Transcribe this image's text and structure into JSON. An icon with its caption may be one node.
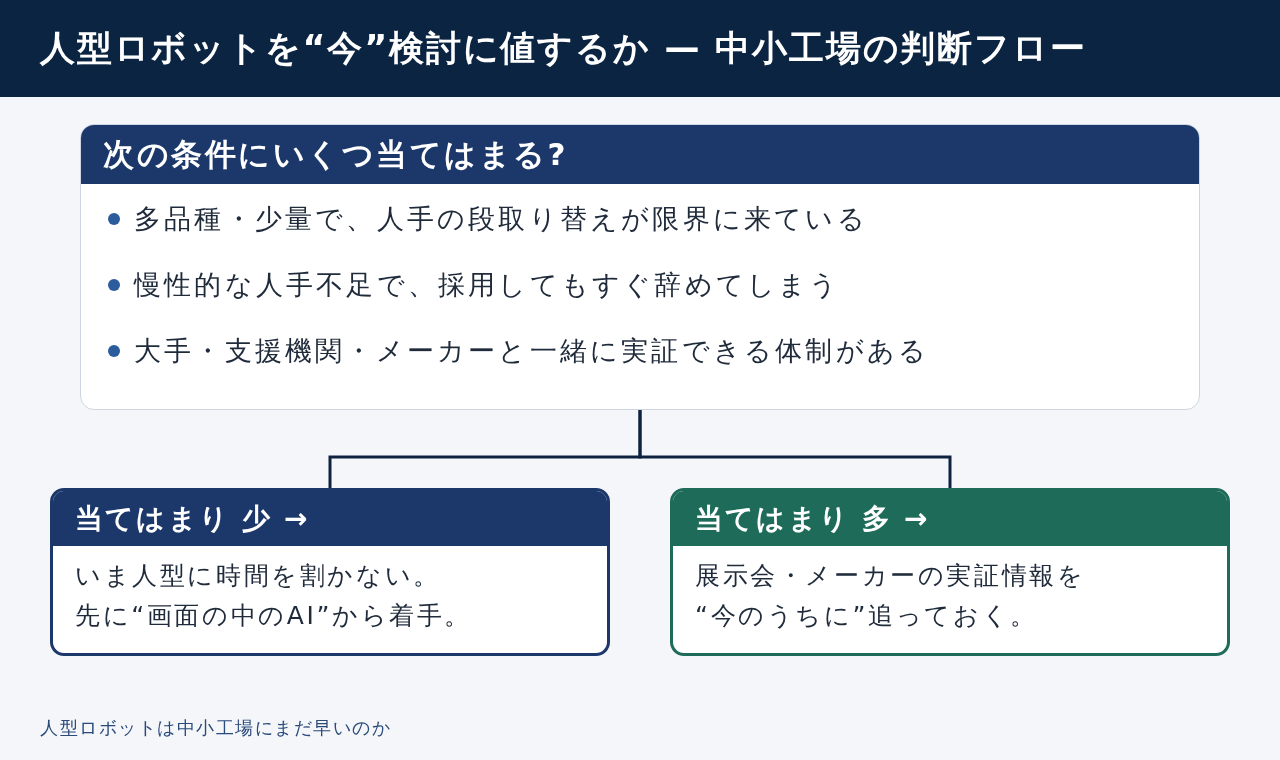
{
  "diagram": {
    "title": "人型ロボットを“今”検討に値するか — 中小工場の判断フロー",
    "caption": "人型ロボットは中小工場にまだ早いのか",
    "nodes": [
      {
        "text": [
          "次の条件にいくつ当てはまる?",
          "多品種・少量で、人手の段取り替えが限界に来ている",
          "慢性的な人手不足で、採用してもすぐ辞めてしまう",
          "大手・支援機関・メーカーと一緒に実証できる体制がある"
        ]
      },
      {
        "text": [
          "当てはまり 少 →",
          "いま人型に時間を割かない。",
          "先に“画面の中のAI”から着手。"
        ]
      },
      {
        "text": [
          "当てはまり 多 →",
          "展示会・メーカーの実証情報を“今のうちに”追っておく。"
        ]
      }
    ],
    "edges": [
      {
        "from": 0,
        "to": 1,
        "arrow": "none"
      },
      {
        "from": 0,
        "to": 2,
        "arrow": "none"
      }
    ]
  }
}
